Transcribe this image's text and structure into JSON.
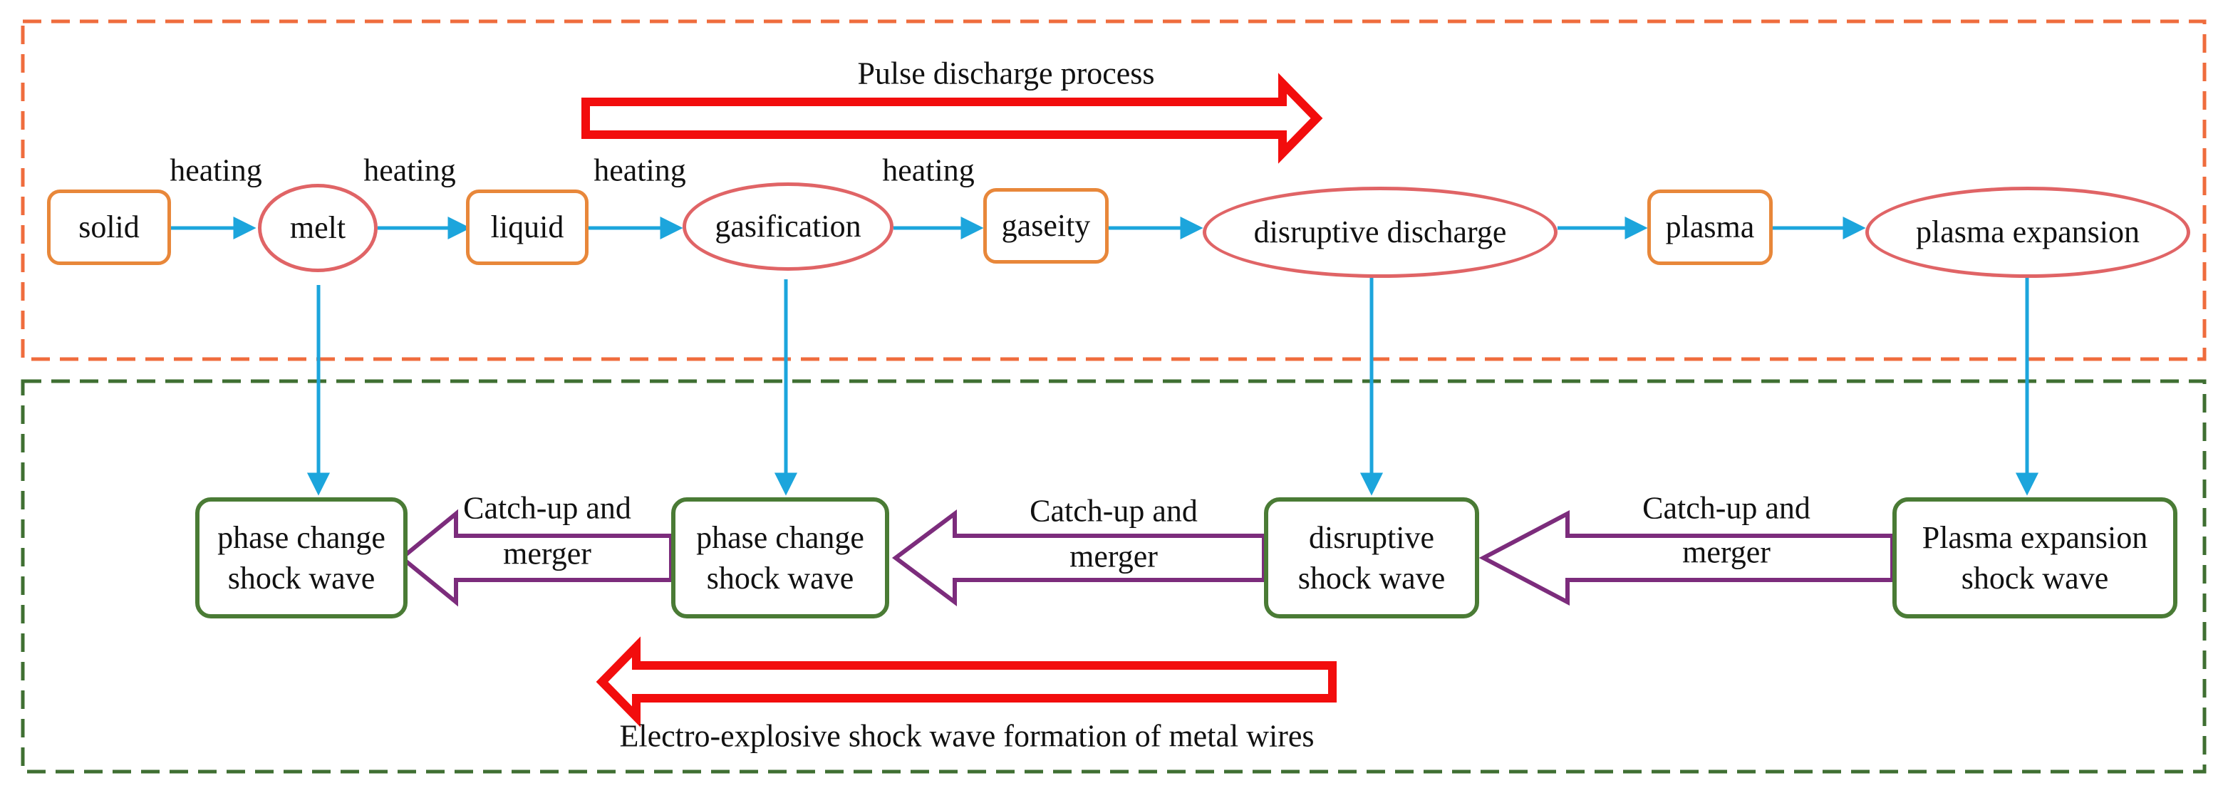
{
  "colors": {
    "top_border": "#ef6c3d",
    "bottom_border": "#3f6f32",
    "rect_node": "#e8873a",
    "oval_node": "#e06466",
    "shock_node": "#4a7b35",
    "flow_arrow": "#1ca5dc",
    "merge_arrow": "#7c2c7c",
    "process_arrow": "#f20d0d"
  },
  "top_title": "Pulse discharge process",
  "bottom_title": "Electro-explosive shock wave formation of metal wires",
  "heating_labels": [
    "heating",
    "heating",
    "heating",
    "heating"
  ],
  "stages": [
    {
      "id": "solid",
      "label": "solid",
      "shape": "rect"
    },
    {
      "id": "melt",
      "label": "melt",
      "shape": "oval"
    },
    {
      "id": "liquid",
      "label": "liquid",
      "shape": "rect"
    },
    {
      "id": "gasification",
      "label": "gasification",
      "shape": "oval"
    },
    {
      "id": "gaseity",
      "label": "gaseity",
      "shape": "rect"
    },
    {
      "id": "disruptive-discharge",
      "label": "disruptive discharge",
      "shape": "oval"
    },
    {
      "id": "plasma",
      "label": "plasma",
      "shape": "rect"
    },
    {
      "id": "plasma-expansion",
      "label": "plasma expansion",
      "shape": "oval"
    }
  ],
  "shock_waves": [
    {
      "id": "phase-change-1",
      "label": "phase change\nshock wave"
    },
    {
      "id": "phase-change-2",
      "label": "phase change\nshock wave"
    },
    {
      "id": "disruptive",
      "label": "disruptive\nshock wave"
    },
    {
      "id": "plasma-expansion",
      "label": "Plasma expansion\nshock wave"
    }
  ],
  "merge_labels": [
    {
      "line1": "Catch-up and",
      "line2": "merger"
    },
    {
      "line1": "Catch-up and",
      "line2": "merger"
    },
    {
      "line1": "Catch-up and",
      "line2": "merger"
    }
  ]
}
